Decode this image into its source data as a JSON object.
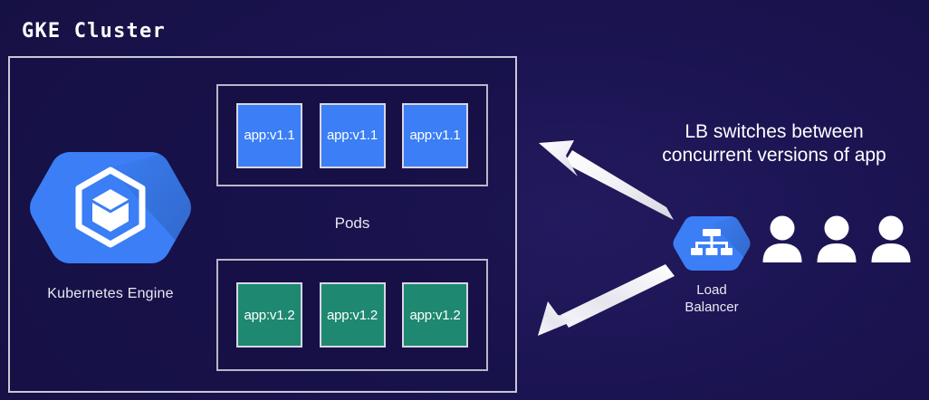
{
  "diagram": {
    "title": "GKE Cluster",
    "background_color": "#171141",
    "accent_blue": "#3b7ef5",
    "accent_green": "#1e8870",
    "border_color": "#c9c7d6"
  },
  "cluster": {
    "gke_node": {
      "icon": "kubernetes-engine-hexagon-icon",
      "label": "Kubernetes Engine",
      "color": "#3b7ef5"
    },
    "pods_label": "Pods",
    "pod_groups": [
      {
        "version": "v1.1",
        "color": "#3b7ef5",
        "pods": [
          {
            "label": "app:v1.1"
          },
          {
            "label": "app:v1.1"
          },
          {
            "label": "app:v1.1"
          }
        ]
      },
      {
        "version": "v1.2",
        "color": "#1e8870",
        "pods": [
          {
            "label": "app:v1.2"
          },
          {
            "label": "app:v1.2"
          },
          {
            "label": "app:v1.2"
          }
        ]
      }
    ]
  },
  "right_panel": {
    "caption_line1": "LB switches between",
    "caption_line2": "concurrent versions of app",
    "load_balancer": {
      "icon": "load-balancer-hexagon-icon",
      "label_line1": "Load",
      "label_line2": "Balancer",
      "color": "#3b7ef5"
    },
    "users": [
      {
        "icon": "user-icon"
      },
      {
        "icon": "user-icon"
      },
      {
        "icon": "user-icon"
      }
    ]
  },
  "arrows": [
    {
      "name": "arrow-lb-to-v11",
      "direction": "up-left",
      "color": "#ffffff"
    },
    {
      "name": "arrow-lb-to-v12",
      "direction": "down-left",
      "color": "#e8e8ee"
    }
  ]
}
